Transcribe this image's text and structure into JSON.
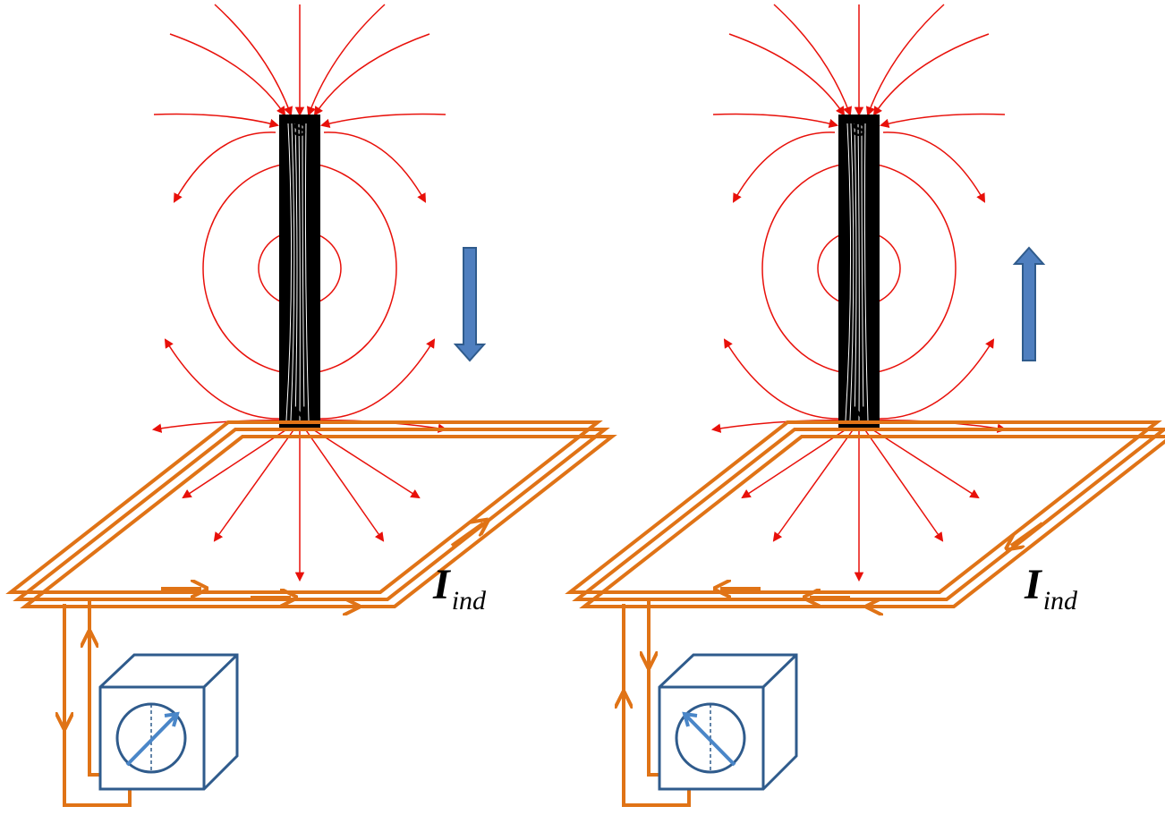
{
  "panels": [
    {
      "id": "left",
      "motion": "down",
      "current_label": "I",
      "current_subscript": "ind",
      "north_pole": "S",
      "south_pole": "N"
    },
    {
      "id": "right",
      "motion": "up",
      "current_label": "I",
      "current_subscript": "ind",
      "north_pole": "S",
      "south_pole": "N"
    }
  ],
  "colors": {
    "field_lines": "#e8100a",
    "field_lines_dark": "#8b0000",
    "coil": "#e07316",
    "meter": "#2f5b8c",
    "meter_needle": "#4a86c8",
    "motion_arrow": "#4f7fbf",
    "magnet": "#000000"
  }
}
